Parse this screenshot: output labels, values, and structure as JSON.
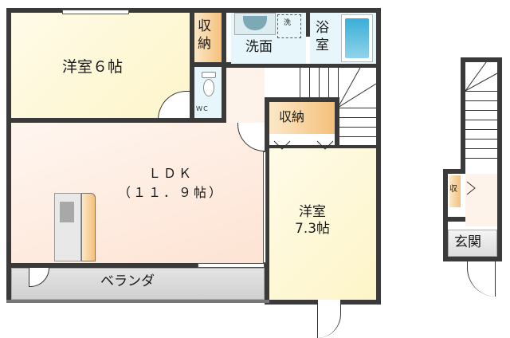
{
  "floor_plan": {
    "rooms": {
      "western_room_1": {
        "label": "洋室６帖"
      },
      "storage_top": {
        "label_line1": "収",
        "label_line2": "納"
      },
      "washroom": {
        "label": "洗面",
        "washer_label": "洗"
      },
      "bathroom": {
        "label_line1": "浴",
        "label_line2": "室"
      },
      "wc": {
        "label": "ＷＣ"
      },
      "storage_mid": {
        "label": "収納"
      },
      "ldk": {
        "label_line1": "ＬＤＫ",
        "label_line2": "（１１．９帖）"
      },
      "western_room_2": {
        "label_line1": "洋室",
        "label_line2": "7.3帖"
      },
      "veranda": {
        "label": "ベランダ"
      },
      "entrance_storage": {
        "label": "収"
      },
      "entrance": {
        "label": "玄関"
      }
    },
    "colors": {
      "wall": "#3a3a3a",
      "western_room": "#fdf5c8",
      "ldk": "#fde3d3",
      "storage": "#f5c07a",
      "wet_area": "#e6f6fb",
      "bathtub": "#3aaed8",
      "veranda": "#d9d9d9"
    }
  }
}
